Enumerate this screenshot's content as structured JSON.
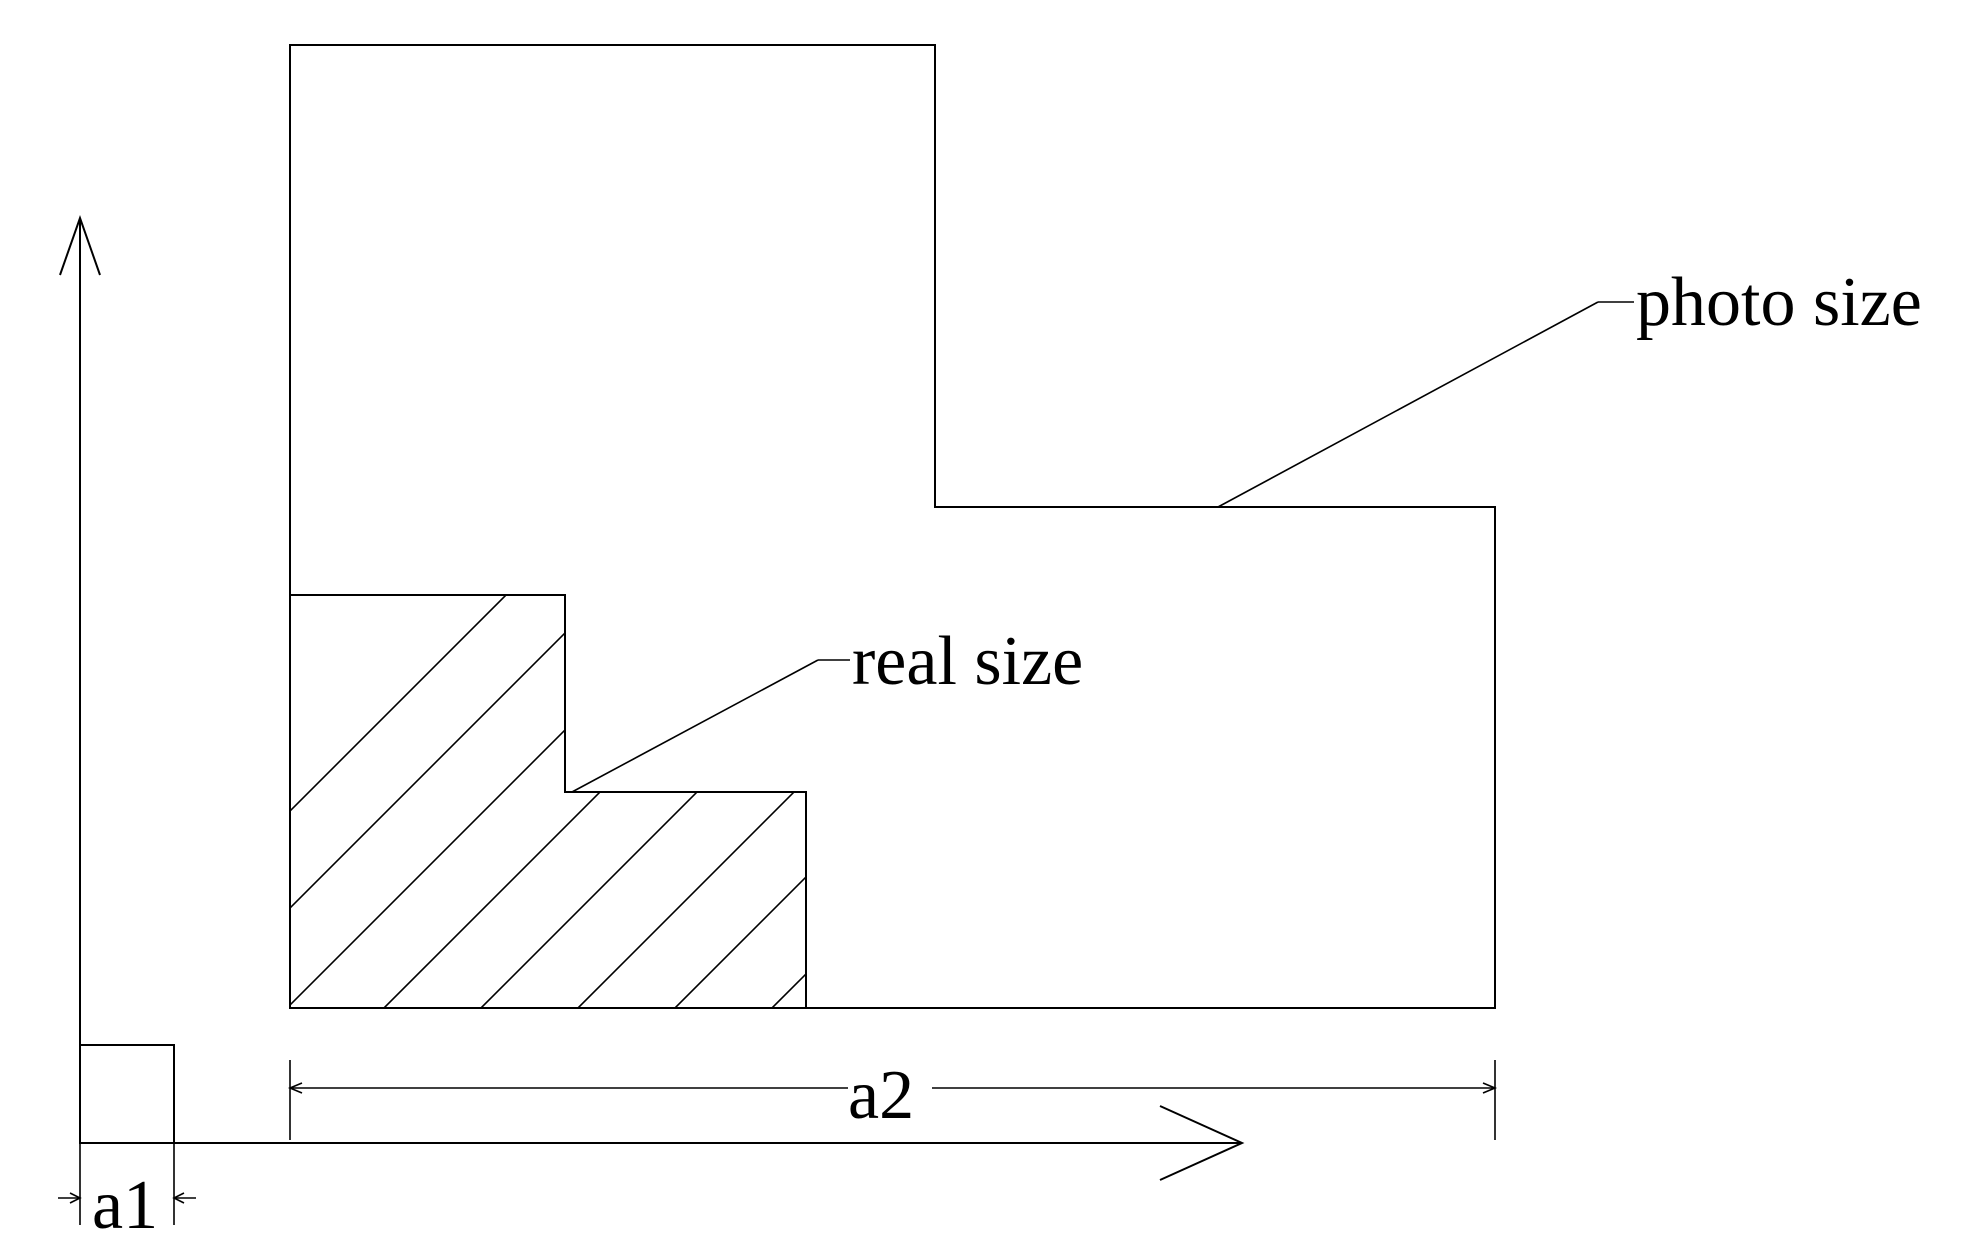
{
  "labels": {
    "photo_size": "photo size",
    "real_size": "real size",
    "a1": "a1",
    "a2": "a2"
  },
  "colors": {
    "line": "#000000",
    "background": "#ffffff"
  }
}
